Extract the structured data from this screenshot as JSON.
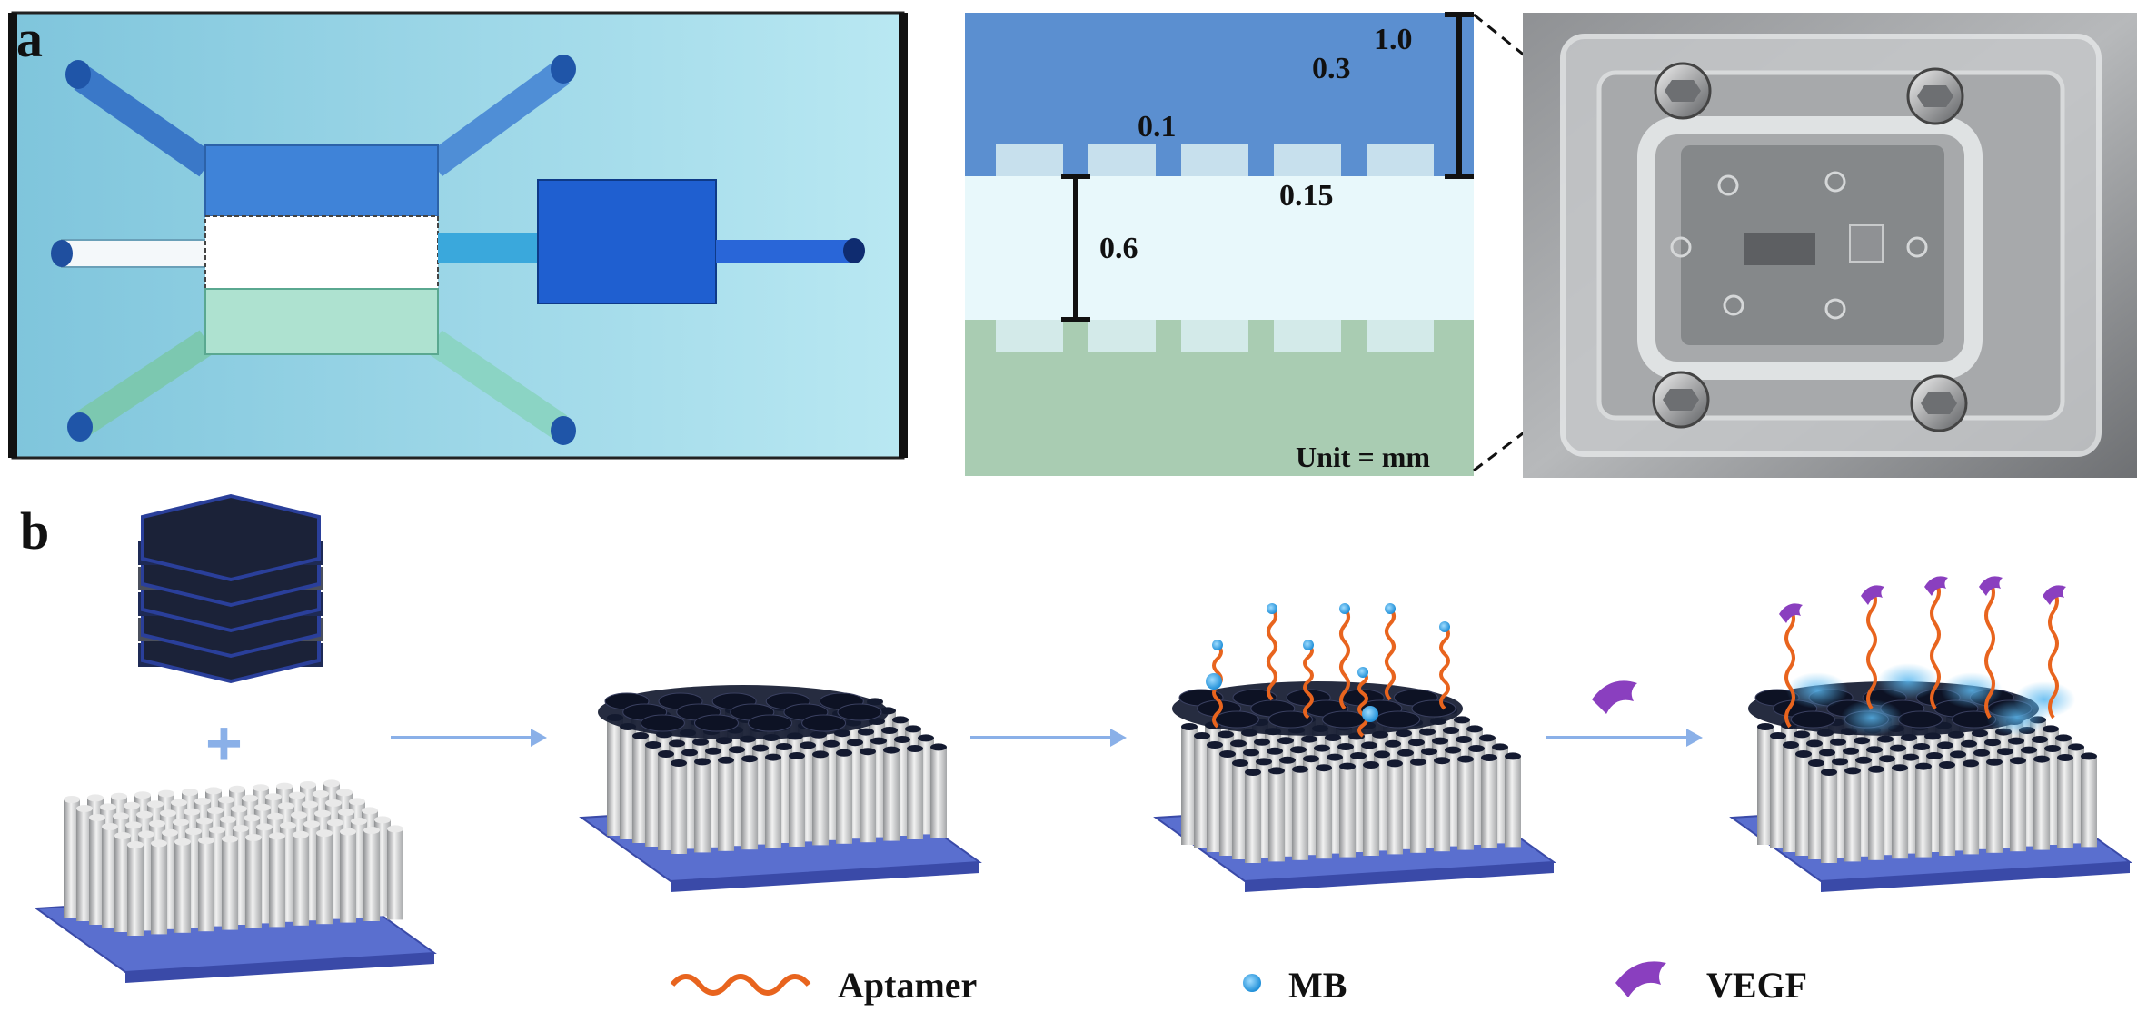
{
  "panel_a": {
    "label": "a",
    "cross_section": {
      "dim_top_total": "1.0",
      "dim_top_layer": "0.3",
      "dim_pillar_height": "0.1",
      "dim_gap": "0.15",
      "dim_channel": "0.6",
      "unit_note": "Unit = mm",
      "colors": {
        "top_layer": "#5b8fd0",
        "channel": "#e8f8fb",
        "bottom_layer": "#a9ccb2",
        "pillar": "#dbeef2"
      }
    }
  },
  "panel_b": {
    "label": "b",
    "plus_sign": "+"
  },
  "legend": {
    "aptamer_label": "Aptamer",
    "mb_label": "MB",
    "vegf_label": "VEGF",
    "colors": {
      "aptamer": "#e8641e",
      "mb": "#35a8e8",
      "vegf": "#8a3fbf"
    }
  }
}
